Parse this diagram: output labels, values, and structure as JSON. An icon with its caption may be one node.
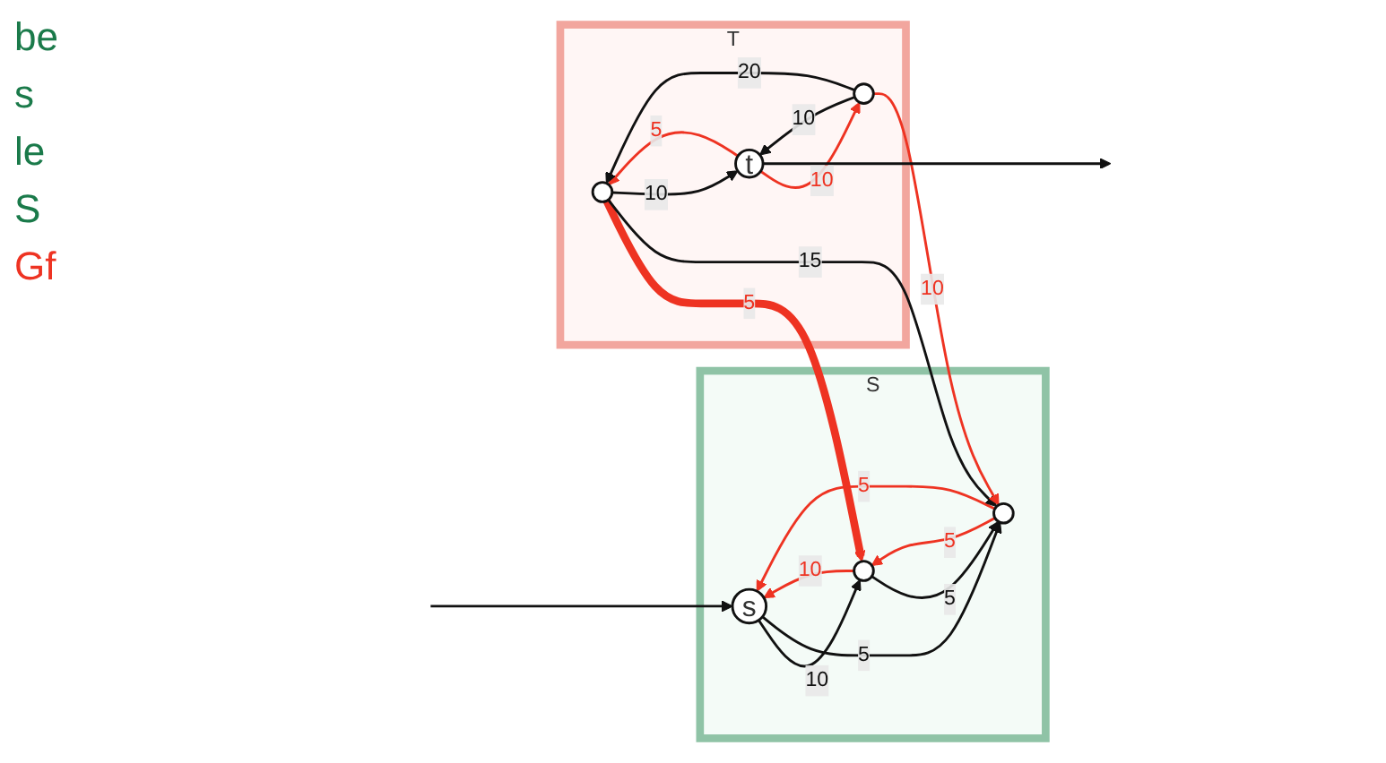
{
  "diagram": {
    "nodes": [
      {
        "text": [
          "S"
        ]
      },
      {
        "text": [
          "s"
        ],
        "in": 0
      },
      {
        "text": [],
        "shape": "circle",
        "in": 0
      },
      {
        "text": [],
        "shape": "circle",
        "in": 0
      },
      {
        "text": [
          "T"
        ]
      },
      {
        "text": [],
        "shape": "circle",
        "in": 4
      },
      {
        "text": [
          "t"
        ],
        "in": 4
      },
      {
        "text": [],
        "shape": "circle",
        "in": 4
      }
    ],
    "edges": [
      {
        "from": null,
        "to": 1,
        "arrow": "to"
      },
      {
        "from": 1,
        "to": 2,
        "arrow": "to",
        "label": "10"
      },
      {
        "from": 2,
        "to": 1,
        "arrow": "to",
        "label": "10",
        "color": "#ee3322"
      },
      {
        "from": 3,
        "to": 1,
        "arrow": "to",
        "label": "5",
        "color": "#ee3322"
      },
      {
        "from": 1,
        "to": 3,
        "arrow": "to",
        "label": "5"
      },
      {
        "from": 2,
        "to": 3,
        "arrow": "to",
        "label": "5"
      },
      {
        "from": 3,
        "to": 2,
        "arrow": "to",
        "label": "5",
        "color": "#ee3322"
      },
      {
        "from": 5,
        "to": 2,
        "arrow": "to",
        "label": "5",
        "style": "thick",
        "color": "#ee3322"
      },
      {
        "from": 5,
        "to": 3,
        "arrow": "to",
        "label": "15"
      },
      {
        "from": 5,
        "to": 6,
        "arrow": "to",
        "label": "10"
      },
      {
        "from": 6,
        "to": 5,
        "arrow": "to",
        "label": "5",
        "color": "#ee3322"
      },
      {
        "from": 7,
        "to": 5,
        "arrow": "to",
        "label": "20"
      },
      {
        "from": 7,
        "to": 6,
        "arrow": "to",
        "label": "10"
      },
      {
        "from": 6,
        "to": 7,
        "arrow": "to",
        "label": "10",
        "color": "#ee3322"
      },
      {
        "from": 7,
        "to": 3,
        "arrow": "to",
        "label": "10",
        "color": "#ee3322"
      },
      {
        "from": 6,
        "to": null,
        "arrow": "to"
      }
    ],
    "labels": [
      "be",
      "s",
      "le",
      "S",
      "Gf"
    ]
  }
}
